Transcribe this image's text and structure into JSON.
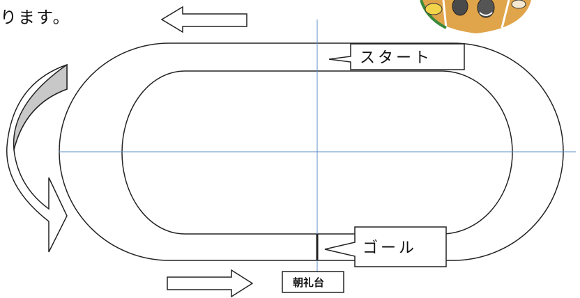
{
  "intro_text": "ります。",
  "start_label": "スタート",
  "goal_label": "ゴール",
  "stand_label": "朝礼台",
  "colors": {
    "track_line": "#222222",
    "guide_line": "#5b8fc7",
    "arrow_fill_grey": "#c8c8c8",
    "illustration_ground": "#e0a44a"
  }
}
